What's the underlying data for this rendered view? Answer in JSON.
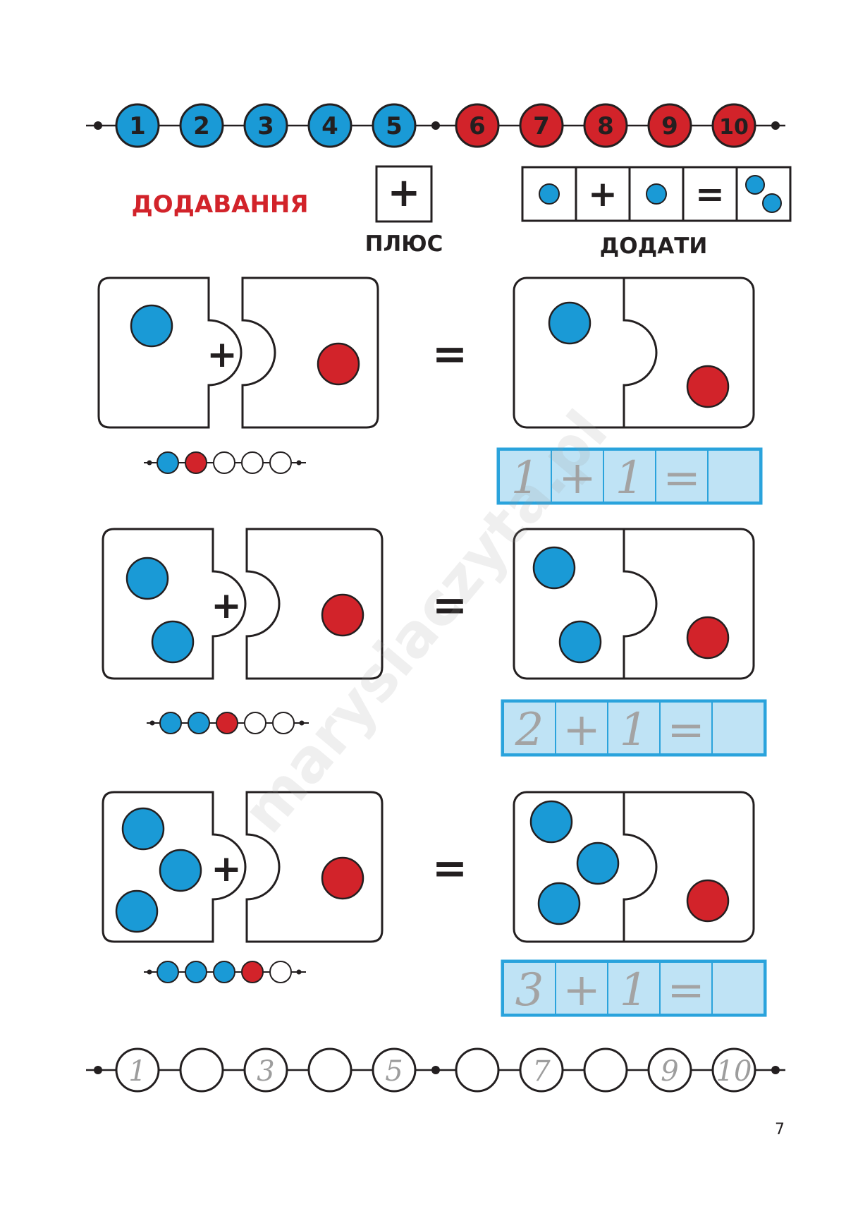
{
  "number_line_top": {
    "numbers": [
      "1",
      "2",
      "3",
      "4",
      "5",
      "6",
      "7",
      "8",
      "9",
      "10"
    ],
    "blue_color": "#1a9ad6",
    "red_color": "#d2232a"
  },
  "header": {
    "title": "ДОДАВАННЯ",
    "plus_symbol": "+",
    "plus_label": "ПЛЮС",
    "add_label": "ДОДАТИ",
    "equation_symbols": [
      "+",
      "="
    ]
  },
  "exercises": [
    {
      "blue_count": 1,
      "red_count": 1,
      "beads": [
        "blue",
        "red",
        "empty",
        "empty",
        "empty"
      ],
      "cells": [
        "1",
        "+",
        "1",
        "=",
        ""
      ]
    },
    {
      "blue_count": 2,
      "red_count": 1,
      "beads": [
        "blue",
        "blue",
        "red",
        "empty",
        "empty"
      ],
      "cells": [
        "2",
        "+",
        "1",
        "=",
        ""
      ]
    },
    {
      "blue_count": 3,
      "red_count": 1,
      "beads": [
        "blue",
        "blue",
        "blue",
        "red",
        "empty"
      ],
      "cells": [
        "3",
        "+",
        "1",
        "=",
        ""
      ]
    }
  ],
  "puzzle": {
    "plus_symbol": "+",
    "equals_symbol": "="
  },
  "number_line_bottom": {
    "numbers": [
      "1",
      "",
      "3",
      "",
      "5",
      "",
      "7",
      "",
      "9",
      "10"
    ]
  },
  "watermark": "marysiaczyta.pl",
  "page_number": "7"
}
